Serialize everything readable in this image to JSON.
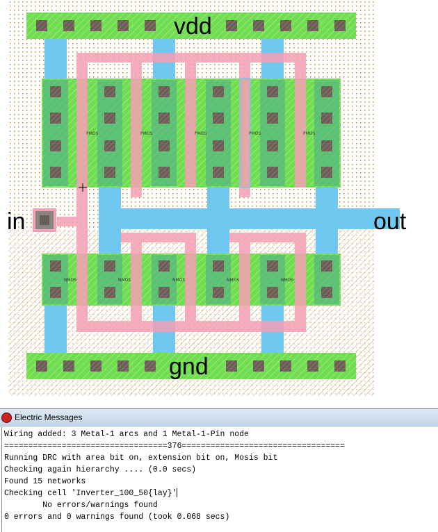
{
  "layout": {
    "labels": {
      "vdd": "vdd",
      "gnd": "gnd",
      "in": "in",
      "out": "out"
    },
    "pmos_label": "PMOS",
    "nmos_label": "NMOS",
    "colors": {
      "metal1": "#6fc8f0",
      "poly": "#f4a0b4",
      "diffusion": "#6ede5a",
      "contact": "#6b5e58",
      "well": "#b8862d"
    }
  },
  "messages": {
    "title": "Electric Messages",
    "lines": [
      "Wiring added: 3 Metal-1 arcs and 1 Metal-1-Pin node",
      "==================================376==================================",
      "Running DRC with area bit on, extension bit on, Mosis bit",
      "Checking again hierarchy .... (0.0 secs)",
      "Found 15 networks",
      "Checking cell 'Inverter_100_50{lay}'",
      "        No errors/warnings found",
      "0 errors and 0 warnings found (took 0.068 secs)"
    ]
  }
}
